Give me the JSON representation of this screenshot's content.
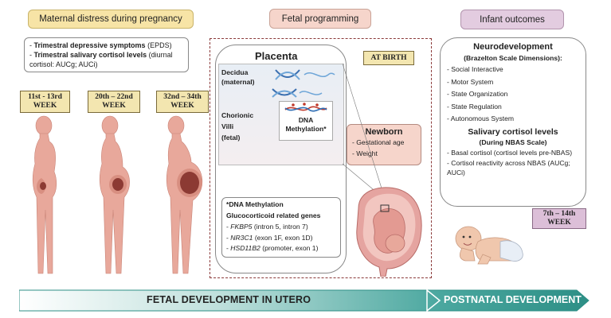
{
  "headers": {
    "maternal": "Maternal distress during pregnancy",
    "fetal": "Fetal programming",
    "infant": "Infant outcomes"
  },
  "maternal_box": {
    "item1_bold": "Trimestral depressive symptoms",
    "item1_rest": " (EPDS)",
    "item2_bold": "Trimestral salivary cortisol levels",
    "item2_rest": " (diurnal cortisol: AUCg; AUCi)"
  },
  "weeks": [
    {
      "line1": "11st - 13rd",
      "line2": "WEEK"
    },
    {
      "line1": "20th – 22nd",
      "line2": "WEEK"
    },
    {
      "line1": "32nd – 34th",
      "line2": "WEEK"
    }
  ],
  "placenta": {
    "title": "Placenta",
    "decidua": "Decidua (maternal)",
    "chorionic1": "Chorionic",
    "chorionic2": "Villi",
    "chorionic3": "(fetal)",
    "dna1": "DNA",
    "dna2": "Methylation*"
  },
  "at_birth": "AT BIRTH",
  "newborn": {
    "title": "Newborn",
    "items": [
      "- Gestational age",
      "- Weight"
    ]
  },
  "methylation": {
    "title": "*DNA Methylation",
    "subtitle": "Glucocorticoid related genes",
    "genes": [
      {
        "gene": "FKBP5",
        "detail": " (intron 5, intron 7)"
      },
      {
        "gene": "NR3C1",
        "detail": " (exon 1F, exon 1D)"
      },
      {
        "gene": "HSD11B2",
        "detail": " (promoter, exon 1)"
      }
    ]
  },
  "infant_box": {
    "neuro_title": "Neurodevelopment",
    "neuro_sub": "(Brazelton Scale Dimensions):",
    "neuro_items": [
      "Social Interactive",
      "Motor System",
      "State Organization",
      "State Regulation",
      "Autonomous System"
    ],
    "cortisol_title": "Salivary cortisol levels",
    "cortisol_sub": "(During NBAS Scale)",
    "cortisol_items": [
      "Basal cortisol (cortisol levels pre-NBAS)",
      "Cortisol reactivity across NBAS (AUCg; AUCi)"
    ]
  },
  "infant_week": {
    "line1": "7th – 14th",
    "line2": "WEEK"
  },
  "timeline": {
    "left": "FETAL DEVELOPMENT IN UTERO",
    "right": "POSTNATAL DEVELOPMENT"
  },
  "colors": {
    "header_yellow": "#f7e4a6",
    "header_pink": "#f6d5cb",
    "header_lilac": "#e3cce0",
    "week_fill": "#f3e6b0",
    "infant_week_fill": "#dcbfd8",
    "skin": "#e8a89b",
    "arrow": "#2d8f86"
  }
}
